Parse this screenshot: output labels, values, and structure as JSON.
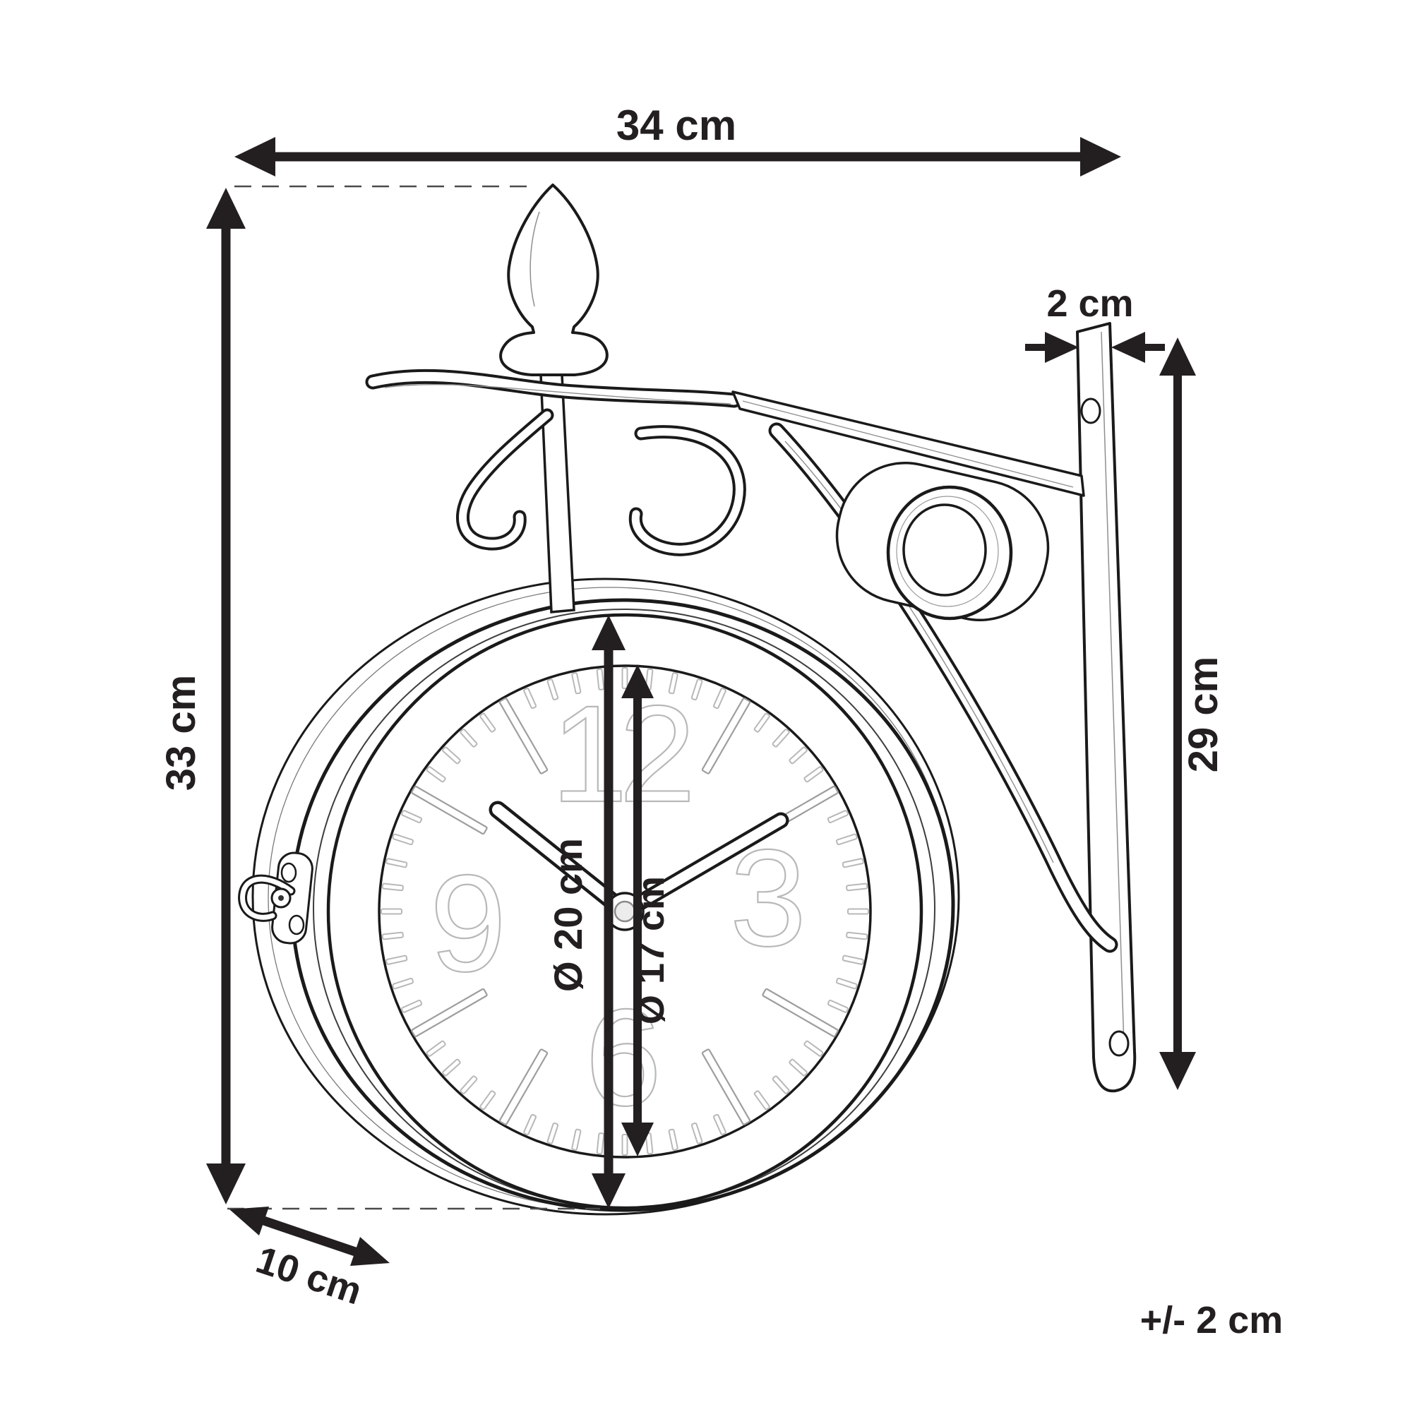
{
  "diagram": {
    "type": "product-dimension-drawing",
    "subject": "double-sided wall clock with wrought-iron wall bracket",
    "dimensions": {
      "overall_width": "34 cm",
      "overall_height": "33 cm",
      "depth": "10 cm",
      "bracket_plate_thickness": "2 cm",
      "bracket_height": "29 cm",
      "case_diameter": "Ø 20 cm",
      "dial_diameter": "Ø 17 cm",
      "tolerance": "+/- 2 cm"
    },
    "clock_numerals": {
      "twelve": "12",
      "three": "3",
      "six": "6",
      "nine": "9"
    },
    "colors": {
      "background": "#ffffff",
      "line": "#1a1a1a",
      "dimension": "#231f20",
      "light_detail": "#b8b8b8"
    }
  }
}
